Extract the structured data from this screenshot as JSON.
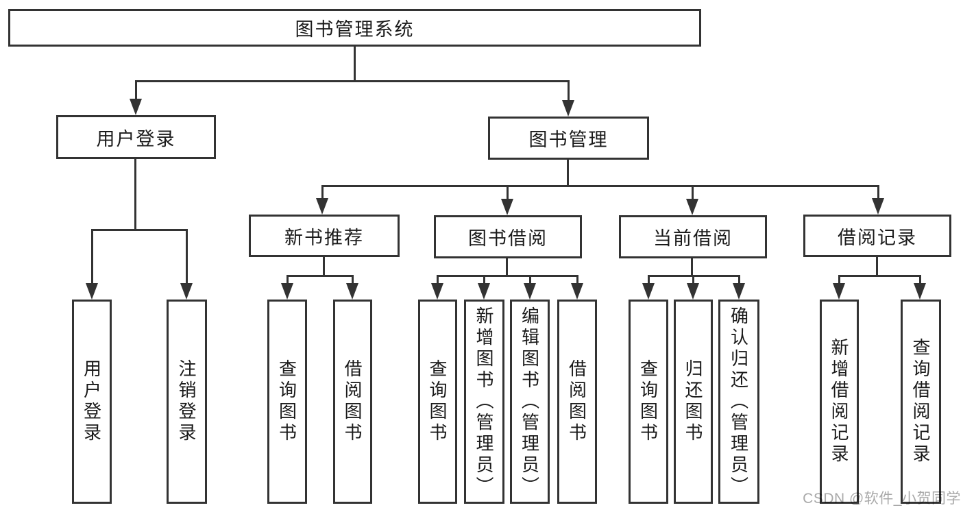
{
  "root": {
    "label": "图书管理系统"
  },
  "level2": [
    {
      "label": "用户登录"
    },
    {
      "label": "图书管理"
    }
  ],
  "level3": [
    {
      "label": "新书推荐"
    },
    {
      "label": "图书借阅"
    },
    {
      "label": "当前借阅"
    },
    {
      "label": "借阅记录"
    }
  ],
  "leaves": {
    "user": [
      {
        "label": "用户登录"
      },
      {
        "label": "注销登录"
      }
    ],
    "recommend": [
      {
        "label": "查询图书"
      },
      {
        "label": "借阅图书"
      }
    ],
    "borrow": [
      {
        "label": "查询图书"
      },
      {
        "label": "新增图书（管理员）"
      },
      {
        "label": "编辑图书（管理员）"
      },
      {
        "label": "借阅图书"
      }
    ],
    "current": [
      {
        "label": "查询图书"
      },
      {
        "label": "归还图书"
      },
      {
        "label": "确认归还（管理员）"
      }
    ],
    "records": [
      {
        "label": "新增借阅记录"
      },
      {
        "label": "查询借阅记录"
      }
    ]
  },
  "watermark": {
    "text": "CSDN @软件_小贺同学"
  },
  "colors": {
    "line": "#333333",
    "text": "#1a1a1a",
    "watermark": "#a9a9a9",
    "bg": "#ffffff"
  }
}
